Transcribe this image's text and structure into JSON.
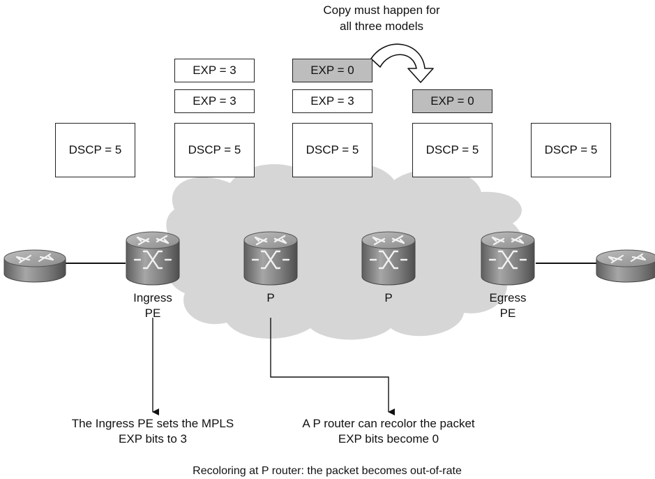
{
  "copy_note": [
    "Copy must happen for",
    "all three models"
  ],
  "columns": [
    {
      "dscp": "DSCP = 5"
    },
    {
      "dscp": "DSCP = 5",
      "exp_inner": "EXP = 3",
      "exp_outer": "EXP = 3"
    },
    {
      "dscp": "DSCP = 5",
      "exp_inner": "EXP = 3",
      "exp_outer": "EXP = 0"
    },
    {
      "dscp": "DSCP = 5",
      "exp_inner": "EXP = 0"
    },
    {
      "dscp": "DSCP = 5"
    }
  ],
  "routers": {
    "ingress": [
      "Ingress",
      "PE"
    ],
    "p1": "P",
    "p2": "P",
    "egress": [
      "Egress",
      "PE"
    ]
  },
  "annotations": {
    "ingress": [
      "The Ingress PE sets the MPLS",
      "EXP bits to 3"
    ],
    "p": [
      "A P router can recolor the packet",
      "EXP bits become 0"
    ]
  },
  "caption": "Recoloring at P router:  the packet becomes out-of-rate",
  "colors": {
    "highlight": "#bdbdbd",
    "cloud": "#d6d6d6",
    "router": "#8a8a8a"
  }
}
